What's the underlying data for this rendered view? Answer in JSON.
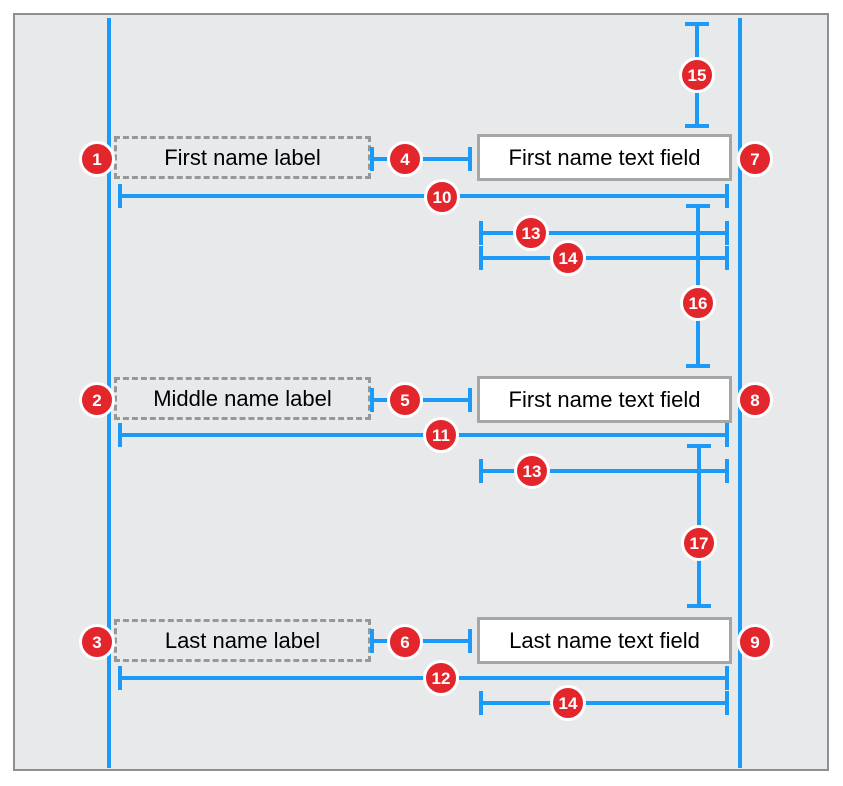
{
  "colors": {
    "accent_blue": "#1b9af7",
    "badge_red": "#e2262c",
    "canvas_bg": "#e8e9ea",
    "frame_border": "#8f8f8f"
  },
  "rows": [
    {
      "label_text": "First name label",
      "field_text": "First name text field",
      "badges": {
        "leading": "1",
        "spacing": "4",
        "trailing": "7",
        "width": "10"
      }
    },
    {
      "label_text": "Middle name label",
      "field_text": "First name text field",
      "badges": {
        "leading": "2",
        "spacing": "5",
        "trailing": "8",
        "width": "11"
      }
    },
    {
      "label_text": "Last name label",
      "field_text": "Last name text field",
      "badges": {
        "leading": "3",
        "spacing": "6",
        "trailing": "9",
        "width": "12"
      }
    }
  ],
  "measure_badges": {
    "top_margin": "15",
    "row1_field_width_a": "13",
    "row1_field_width_b": "14",
    "gap_row1_row2": "16",
    "row2_field_width": "13",
    "gap_row2_row3": "17",
    "row3_field_width": "14"
  }
}
